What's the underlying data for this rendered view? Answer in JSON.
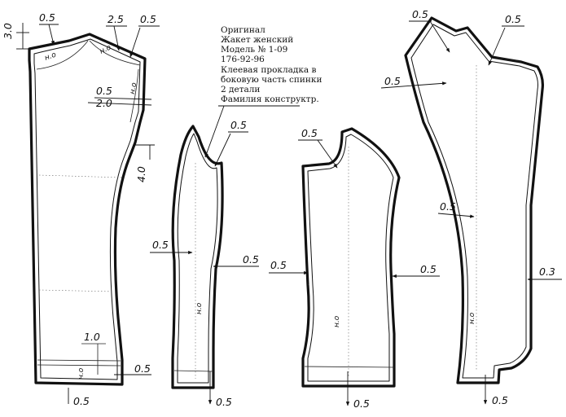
{
  "note": {
    "lines": [
      "Оригинал",
      "Жакет женский",
      "Модель № 1-09",
      "176-92-96",
      "Клеевая прокладка в",
      "боковую часть спинки",
      "2 детали",
      "Фамилия конструктр."
    ]
  },
  "piece1": {
    "labels": {
      "top_left": "0.5",
      "left_vertical": "3.0",
      "top_mid": "2.5",
      "top_right": "0.5",
      "side_a": "0.5",
      "side_b": "2.0",
      "side_c": "4.0",
      "hem_top": "1.0",
      "hem_right": "0.5",
      "hem_bottom": "0.5",
      "no_a": "н.о",
      "no_b": "н.о",
      "no_c": "н.о",
      "no_d": "н.о"
    }
  },
  "piece2": {
    "labels": {
      "top": "0.5",
      "left": "0.5",
      "right": "0.5",
      "bottom": "0.5",
      "grain": "н.о"
    }
  },
  "piece3": {
    "labels": {
      "top": "0.5",
      "left": "0.5",
      "right": "0.5",
      "bottom": "0.5",
      "grain": "н.о"
    }
  },
  "piece4": {
    "labels": {
      "top_left": "0.5",
      "top_right": "0.5",
      "left_upper": "0.5",
      "left_mid": "0.5",
      "right": "0.3",
      "bottom": "0.5",
      "grain": "н.о"
    }
  }
}
